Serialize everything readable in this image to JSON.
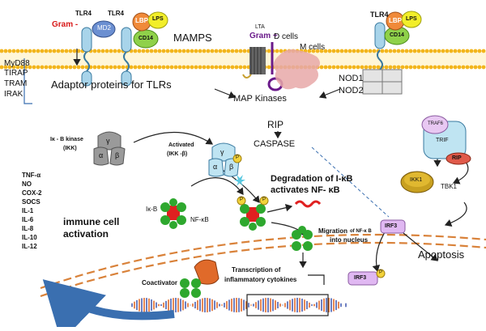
{
  "membrane": {
    "tlr4_left_a": "TLR4",
    "tlr4_left_b": "TLR4",
    "gram_neg": "Gram -",
    "md2": "MD2",
    "lbp": "LBP",
    "lps": "LPS",
    "cd14": "CD14",
    "mamps": "MAMPS",
    "lta": "LTA",
    "gram_pos": "Gram +",
    "d_cells": "D cells",
    "m_cells": "M cells",
    "tlr4_right": "TLR4",
    "lbp_right": "LBP",
    "lps_right": "LPS",
    "cd14_right": "CD14"
  },
  "adaptors": {
    "items": [
      "MyD88",
      "TIRAP",
      "TRAM",
      "IRAK"
    ],
    "label": "Adaptor  proteins for TLRs"
  },
  "pathway": {
    "nod1": "NOD1",
    "nod2": "NOD2",
    "map_kinases": "MAP Kinases",
    "rip": "RIP",
    "caspase": "CASPASE",
    "ikb_kinase": "Iκ - B kinase",
    "ikk": "(IKK)",
    "gamma": "γ",
    "alpha": "α",
    "beta": "β",
    "activated": "Activated",
    "ikk_beta": "(IKK -β)",
    "p": "P",
    "ikb": "Iκ-B",
    "nfkb": "NF-κB",
    "degradation_1": "Degradation of I-κB",
    "degradation_2": "activates NF- κB",
    "migration_1": "Migration",
    "migration_of": "of NF-κ B",
    "migration_2": "into nucleus",
    "traf6": "TRAF6",
    "trif": "TRIF",
    "rip_box": "RIP",
    "ikk1": "IKK1",
    "tbk1": "TBK1",
    "irf3": "IRF3",
    "apoptosis": "Apoptosis",
    "irf3_p": "IRF3"
  },
  "cytokines": {
    "items": [
      "TNF-α",
      "NO",
      "COX-2",
      "SOCS",
      "IL-1",
      "IL-6",
      "IL-8",
      "IL-10",
      "IL-12"
    ],
    "immune_1": "immune cell",
    "immune_2": "activation"
  },
  "nucleus": {
    "coactivator": "Coactivator",
    "transcription_1": "Transcription of",
    "transcription_2": "inflammatory cytokines"
  },
  "colors": {
    "membrane_head": "#f2b51c",
    "receptor": "#a8d4ea",
    "md2": "#6b8fd1",
    "lbp": "#f08a3a",
    "lps": "#f2ee2a",
    "cd14": "#8fd14a",
    "nfkb": "#2ea82e",
    "ikb": "#e02020",
    "ikk": "#9a9a9a",
    "nucleus": "#d9823a",
    "dna_a": "#e06a2a",
    "dna_b": "#4a5fb0",
    "arrow_blue": "#3a6fb0"
  }
}
